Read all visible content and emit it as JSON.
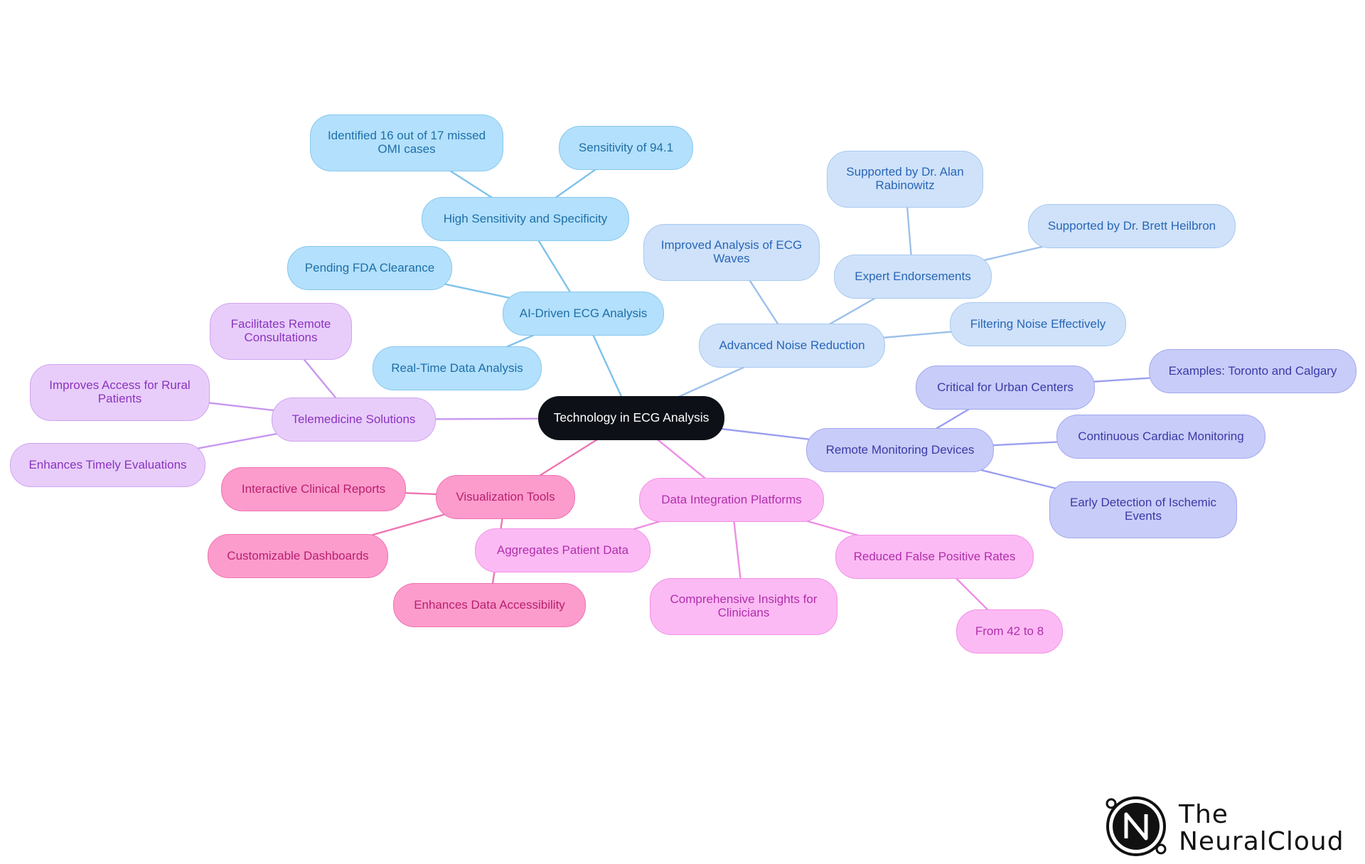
{
  "diagram": {
    "type": "mindmap",
    "root": {
      "id": "root",
      "label": "Technology in ECG Analysis"
    },
    "palette": {
      "root": {
        "fill": "#0d1117",
        "border": "#0d1117",
        "text": "#ffffff",
        "edge": "#0d1117"
      },
      "ai": {
        "fill": "#b3e0fc",
        "border": "#87c8ee",
        "text": "#1e6fa8",
        "edge": "#7fc2ea"
      },
      "noise": {
        "fill": "#cfe2fa",
        "border": "#a9c8ee",
        "text": "#2966b5",
        "edge": "#9dc0ea"
      },
      "remote": {
        "fill": "#c8ccf8",
        "border": "#a3a8ee",
        "text": "#3a3aa6",
        "edge": "#9a9ef0"
      },
      "data": {
        "fill": "#fcbaf4",
        "border": "#f092e6",
        "text": "#b02fab",
        "edge": "#ee8ee4"
      },
      "vis": {
        "fill": "#fc9ccc",
        "border": "#ef72b2",
        "text": "#b81f6f",
        "edge": "#ee74b2"
      },
      "tele": {
        "fill": "#e8cdfa",
        "border": "#cfa4f0",
        "text": "#8a34bf",
        "edge": "#c897ee"
      }
    },
    "nodes": [
      {
        "id": "root",
        "label": "Technology in ECG Analysis",
        "group": "root"
      },
      {
        "id": "ai",
        "label": "AI-Driven ECG Analysis",
        "group": "ai",
        "parent": "root"
      },
      {
        "id": "ai_hs",
        "label": "High Sensitivity and Specificity",
        "group": "ai",
        "parent": "ai"
      },
      {
        "id": "ai_hs1",
        "label": "Identified 16 out of 17 missed OMI cases",
        "group": "ai",
        "parent": "ai_hs"
      },
      {
        "id": "ai_hs2",
        "label": "Sensitivity of 94.1",
        "group": "ai",
        "parent": "ai_hs"
      },
      {
        "id": "ai_fda",
        "label": "Pending FDA Clearance",
        "group": "ai",
        "parent": "ai"
      },
      {
        "id": "ai_rt",
        "label": "Real-Time Data Analysis",
        "group": "ai",
        "parent": "ai"
      },
      {
        "id": "nr",
        "label": "Advanced Noise Reduction",
        "group": "noise",
        "parent": "root"
      },
      {
        "id": "nr_imp",
        "label": "Improved Analysis of ECG Waves",
        "group": "noise",
        "parent": "nr"
      },
      {
        "id": "nr_exp",
        "label": "Expert Endorsements",
        "group": "noise",
        "parent": "nr"
      },
      {
        "id": "nr_exp1",
        "label": "Supported by Dr. Alan Rabinowitz",
        "group": "noise",
        "parent": "nr_exp"
      },
      {
        "id": "nr_exp2",
        "label": "Supported by Dr. Brett Heilbron",
        "group": "noise",
        "parent": "nr_exp"
      },
      {
        "id": "nr_filt",
        "label": "Filtering Noise Effectively",
        "group": "noise",
        "parent": "nr"
      },
      {
        "id": "rm",
        "label": "Remote Monitoring Devices",
        "group": "remote",
        "parent": "root"
      },
      {
        "id": "rm_urb",
        "label": "Critical for Urban Centers",
        "group": "remote",
        "parent": "rm"
      },
      {
        "id": "rm_urb1",
        "label": "Examples: Toronto and Calgary",
        "group": "remote",
        "parent": "rm_urb"
      },
      {
        "id": "rm_cont",
        "label": "Continuous Cardiac Monitoring",
        "group": "remote",
        "parent": "rm"
      },
      {
        "id": "rm_early",
        "label": "Early Detection of Ischemic Events",
        "group": "remote",
        "parent": "rm"
      },
      {
        "id": "di",
        "label": "Data Integration Platforms",
        "group": "data",
        "parent": "root"
      },
      {
        "id": "di_agg",
        "label": "Aggregates Patient Data",
        "group": "data",
        "parent": "di"
      },
      {
        "id": "di_comp",
        "label": "Comprehensive Insights for Clinicians",
        "group": "data",
        "parent": "di"
      },
      {
        "id": "di_fp",
        "label": "Reduced False Positive Rates",
        "group": "data",
        "parent": "di"
      },
      {
        "id": "di_fp1",
        "label": "From 42 to 8",
        "group": "data",
        "parent": "di_fp"
      },
      {
        "id": "vt",
        "label": "Visualization Tools",
        "group": "vis",
        "parent": "root"
      },
      {
        "id": "vt_int",
        "label": "Interactive Clinical Reports",
        "group": "vis",
        "parent": "vt"
      },
      {
        "id": "vt_cust",
        "label": "Customizable Dashboards",
        "group": "vis",
        "parent": "vt"
      },
      {
        "id": "vt_acc",
        "label": "Enhances Data Accessibility",
        "group": "vis",
        "parent": "vt"
      },
      {
        "id": "tm",
        "label": "Telemedicine Solutions",
        "group": "tele",
        "parent": "root"
      },
      {
        "id": "tm_rem",
        "label": "Facilitates Remote Consultations",
        "group": "tele",
        "parent": "tm"
      },
      {
        "id": "tm_rural",
        "label": "Improves Access for Rural Patients",
        "group": "tele",
        "parent": "tm"
      },
      {
        "id": "tm_timely",
        "label": "Enhances Timely Evaluations",
        "group": "tele",
        "parent": "tm"
      }
    ]
  },
  "logo": {
    "line1": "The",
    "line2": "NeuralCloud",
    "icon": "neuralcloud-logo-icon"
  }
}
